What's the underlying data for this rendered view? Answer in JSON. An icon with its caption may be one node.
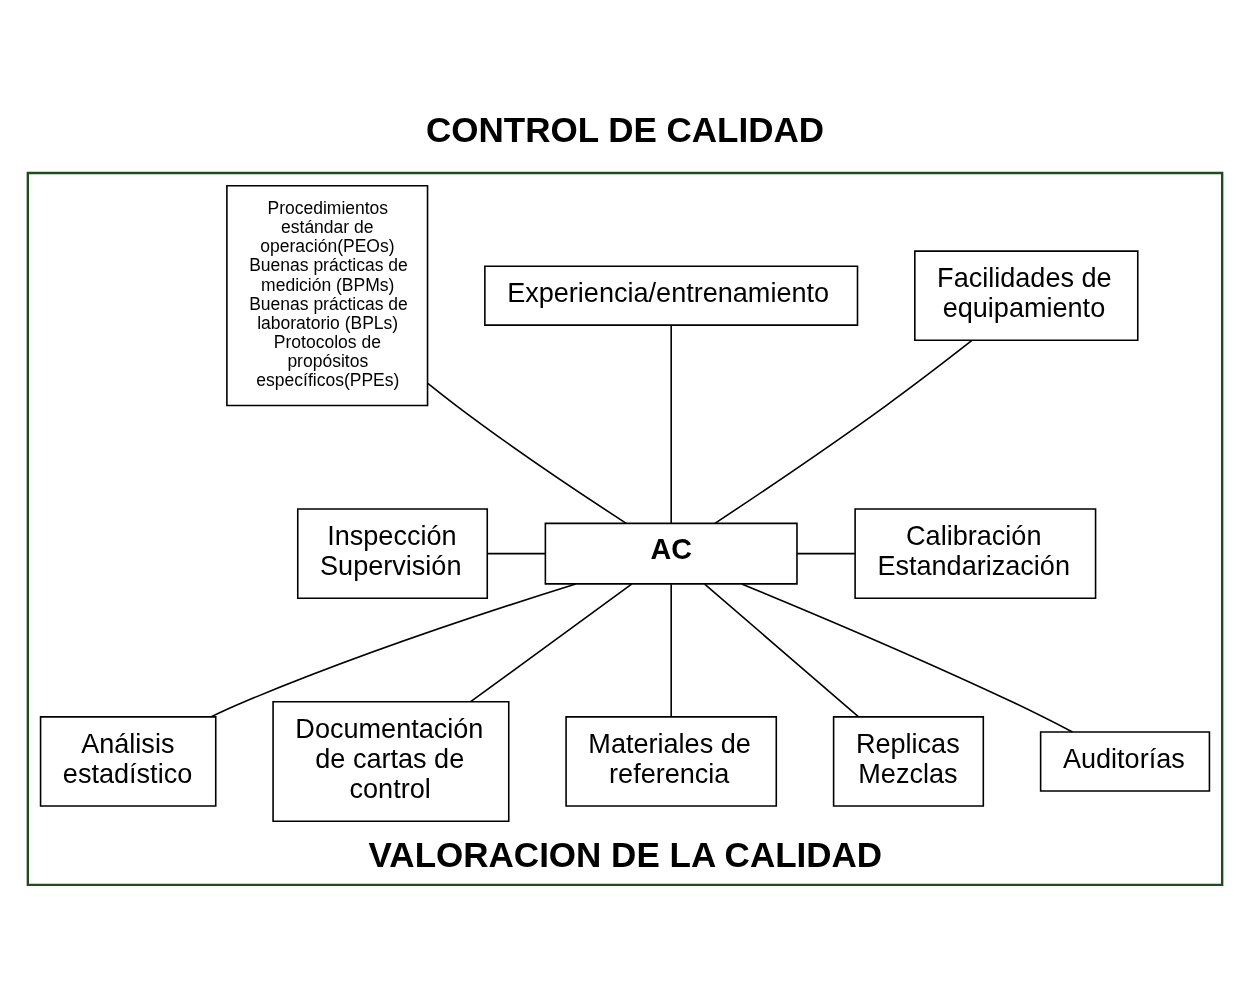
{
  "diagram": {
    "title": "CONTROL DE CALIDAD",
    "caption": "VALORACION DE LA CALIDAD",
    "nodes": [
      {
        "text": [],
        "shape": "box"
      },
      {
        "text": [
          "Facilidades de equipamiento"
        ],
        "in": 0
      },
      {
        "text": [
          "Experiencia/entrenamiento"
        ],
        "in": 0
      },
      {
        "text": [
          "Procedimientos estándar de operación(PEOs)",
          "Buenas prácticas de medición (BPMs)",
          "Buenas prácticas de laboratorio (BPLs)",
          "Protocolos de propósitos específicos(PPEs)"
        ],
        "in": 0
      },
      {
        "text": [
          "Inspección Supervisión"
        ],
        "in": 0
      },
      {
        "text": [
          "AC"
        ],
        "in": 0
      },
      {
        "text": [
          "Calibración Estandarización"
        ],
        "in": 0
      },
      {
        "text": [
          "Análisis estadístico"
        ],
        "in": 0
      },
      {
        "text": [
          "Documentación de cartas de control"
        ],
        "in": 0
      },
      {
        "text": [
          "Materiales de referencia"
        ],
        "in": 0
      },
      {
        "text": [
          "Replicas Mezclas"
        ],
        "in": 0
      },
      {
        "text": [
          "Auditorías"
        ],
        "in": 0
      }
    ],
    "edges": [
      {
        "from": 1,
        "to": 5,
        "arrow": "none"
      },
      {
        "from": 2,
        "to": 5,
        "arrow": "none"
      },
      {
        "from": 3,
        "to": 5,
        "arrow": "none"
      },
      {
        "from": 4,
        "to": 5,
        "arrow": "none"
      },
      {
        "from": 5,
        "to": 6,
        "arrow": "none"
      },
      {
        "from": 5,
        "to": 7,
        "arrow": "none"
      },
      {
        "from": 5,
        "to": 8,
        "arrow": "none"
      },
      {
        "from": 5,
        "to": 9,
        "arrow": "none"
      },
      {
        "from": 5,
        "to": 10,
        "arrow": "none"
      },
      {
        "from": 5,
        "to": 11,
        "arrow": "none"
      }
    ]
  }
}
